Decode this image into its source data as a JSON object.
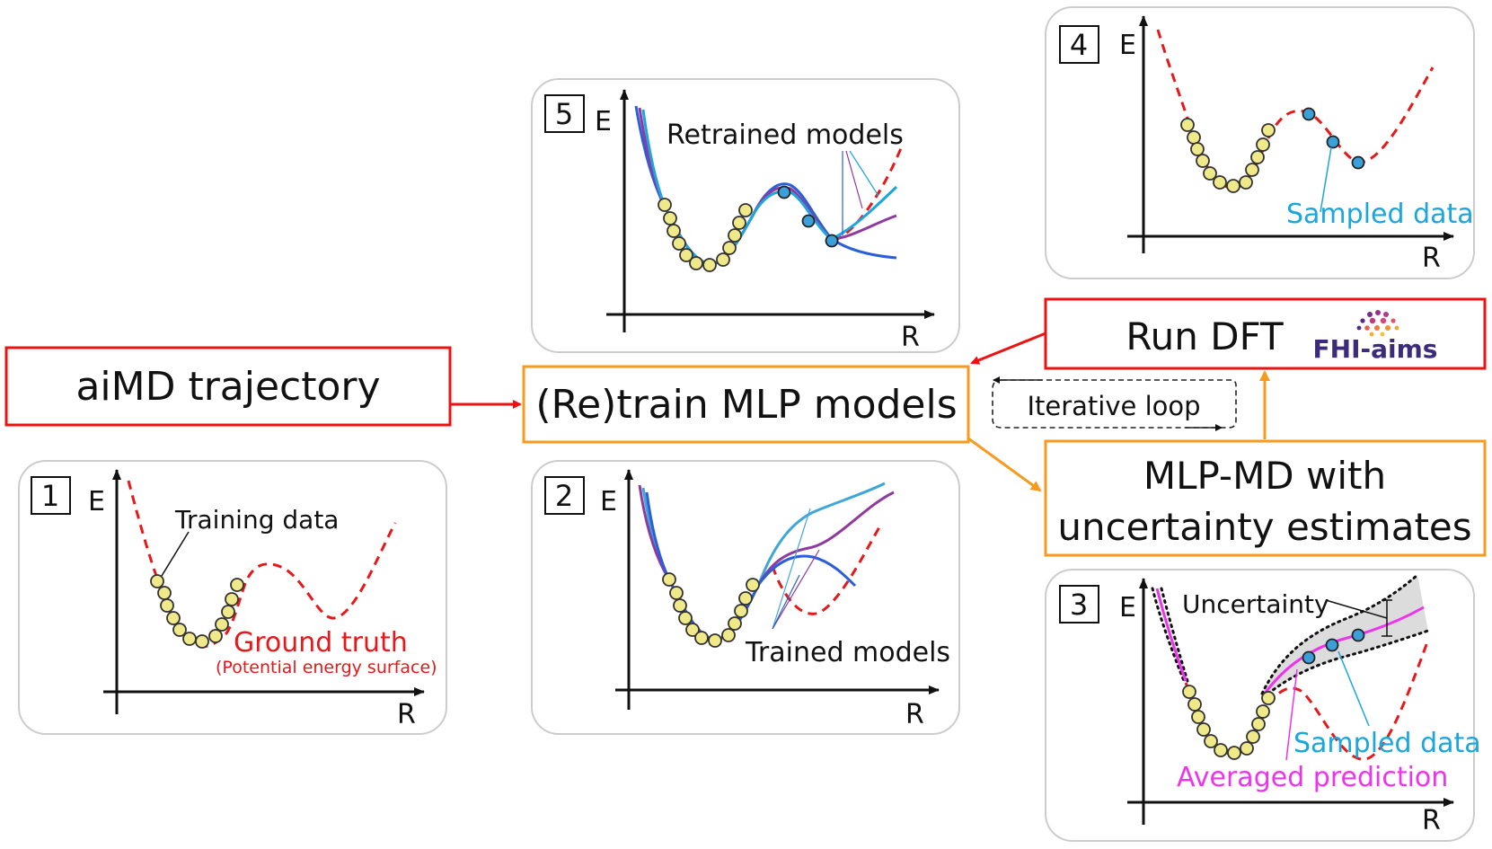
{
  "colors": {
    "red": "#ee1111",
    "orange": "#f79a1e",
    "ground_truth": "#e8181a",
    "sampled": "#1ba6dd",
    "averaged": "#ee33ee",
    "panel_border": "#cccccc",
    "bead_fill": "#efe98a",
    "bead_stroke": "#333333"
  },
  "boxes": {
    "aimd": "aiMD trajectory",
    "retrain": "(Re)train MLP models",
    "run_dft": "Run DFT",
    "mlp_md_line1": "MLP-MD with",
    "mlp_md_line2": "uncertainty estimates",
    "loop": "Iterative loop"
  },
  "logo": {
    "text": "FHI-aims"
  },
  "axes": {
    "y": "E",
    "x": "R"
  },
  "panels": {
    "p1": {
      "number": "1",
      "training_label": "Training data",
      "truth_label": "Ground truth",
      "truth_sublabel": "(Potential energy surface)"
    },
    "p2": {
      "number": "2",
      "models_label": "Trained models"
    },
    "p3": {
      "number": "3",
      "uncertainty_label": "Uncertainty",
      "sampled_label": "Sampled data",
      "averaged_label": "Averaged prediction"
    },
    "p4": {
      "number": "4",
      "sampled_label": "Sampled data"
    },
    "p5": {
      "number": "5",
      "retrained_label": "Retrained models"
    }
  }
}
